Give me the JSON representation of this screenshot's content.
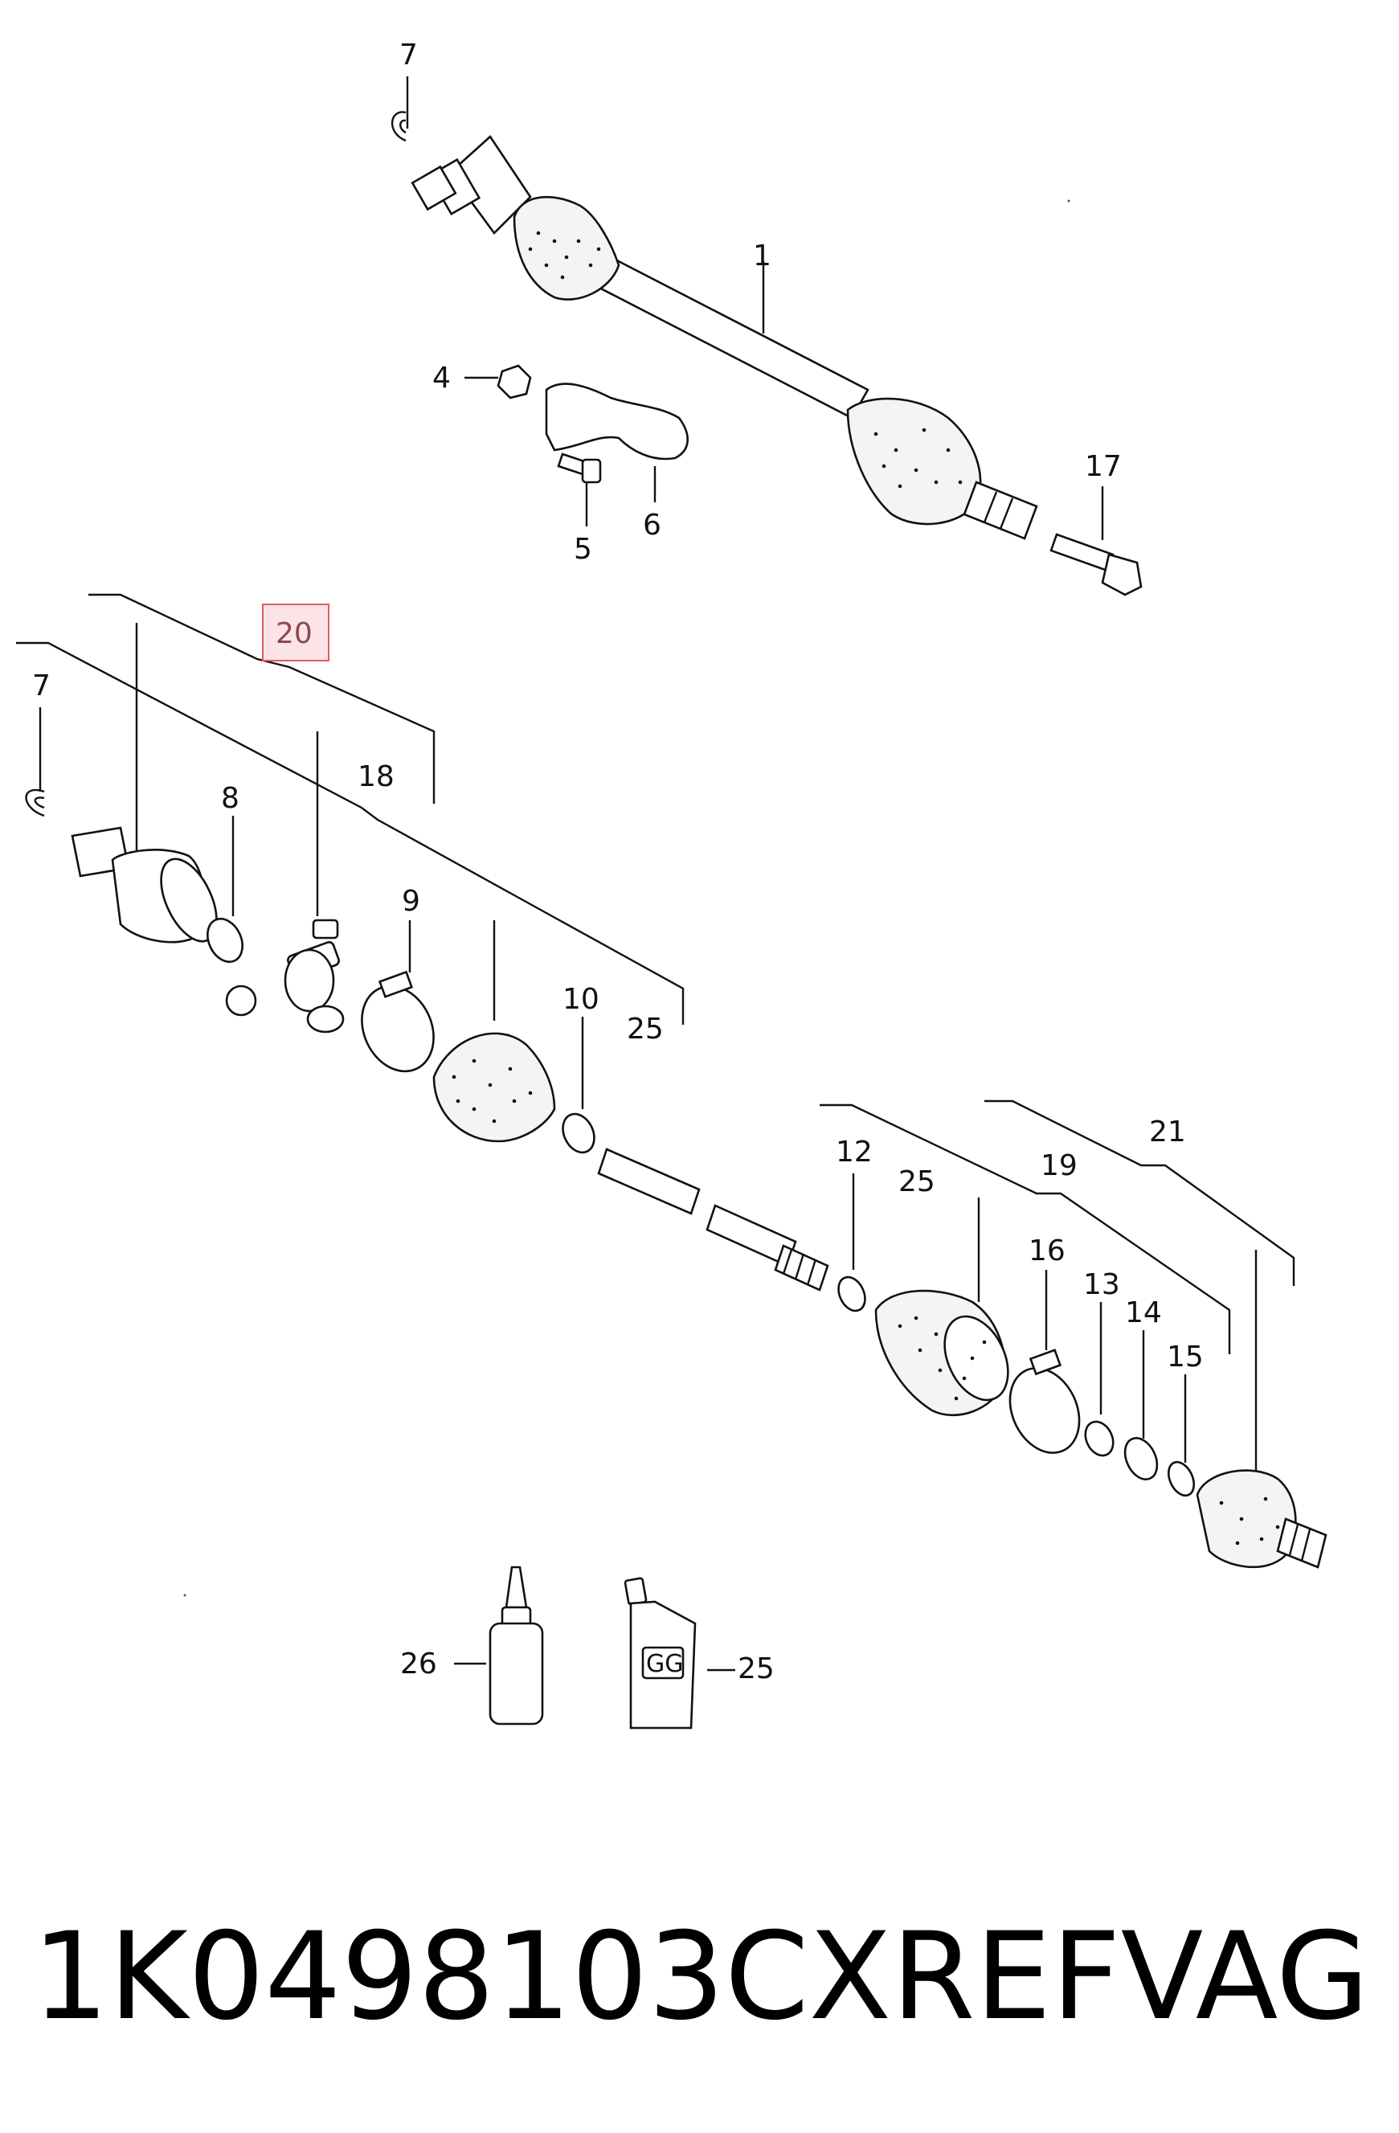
{
  "diagram": {
    "callouts": {
      "c1": "1",
      "c4": "4",
      "c5": "5",
      "c6": "6",
      "c7_top": "7",
      "c7_mid": "7",
      "c8": "8",
      "c9": "9",
      "c10": "10",
      "c12": "12",
      "c13": "13",
      "c14": "14",
      "c15": "15",
      "c16": "16",
      "c17": "17",
      "c18": "18",
      "c19": "19",
      "c20": "20",
      "c21": "21",
      "c25_a": "25",
      "c25_b": "25",
      "c25_c": "25",
      "c26": "26"
    },
    "tube_lettering": "GG",
    "highlighted_callout": "20",
    "highlight_colors": {
      "fill": "#fbe3e6",
      "stroke": "#e05a6a"
    }
  },
  "footer": {
    "part_number": "1K0498103CXREF",
    "brand": "VAG"
  }
}
